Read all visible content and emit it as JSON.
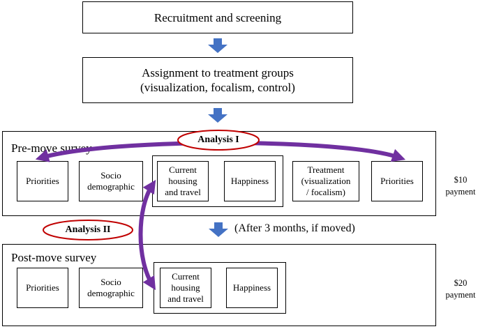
{
  "steps": {
    "recruitment": "Recruitment and screening",
    "assignment_line1": "Assignment to treatment groups",
    "assignment_line2": "(visualization, focalism, control)"
  },
  "pre_move": {
    "title": "Pre-move survey",
    "priorities_left": "Priorities",
    "socio_line1": "Socio",
    "socio_line2": "demographic",
    "housing_line1": "Current",
    "housing_line2": "housing",
    "housing_line3": "and travel",
    "happiness": "Happiness",
    "treatment_line1": "Treatment",
    "treatment_line2": "(visualization",
    "treatment_line3": "/ focalism)",
    "priorities_right": "Priorities",
    "payment_amount": "$10",
    "payment_label": "payment"
  },
  "post_move": {
    "title": "Post-move survey",
    "priorities": "Priorities",
    "socio_line1": "Socio",
    "socio_line2": "demographic",
    "housing_line1": "Current",
    "housing_line2": "housing",
    "housing_line3": "and travel",
    "happiness": "Happiness",
    "payment_amount": "$20",
    "payment_label": "payment"
  },
  "analysis": {
    "one": "Analysis I",
    "two": "Analysis II"
  },
  "interval_note": "(After 3 months, if moved)",
  "colors": {
    "blue_arrow": "#4472C4",
    "purple_arrow": "#7030A0",
    "oval_outline": "#C00000"
  }
}
